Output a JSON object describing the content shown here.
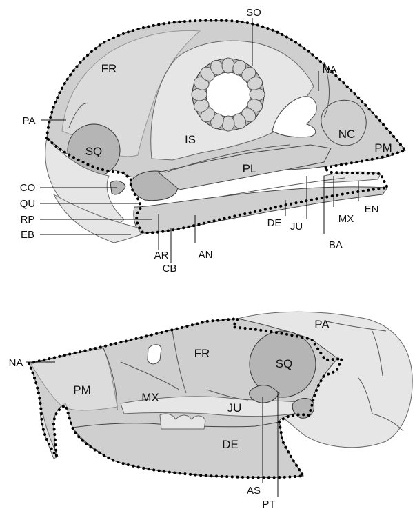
{
  "colors": {
    "bone": "#cfcfcf",
    "bone_light": "#e6e6e6",
    "bone_dark": "#b5b5b5",
    "outline_dots": "#000000"
  },
  "top_skull": {
    "inner_labels": {
      "FR": "FR",
      "IS": "IS",
      "SQ": "SQ",
      "PL": "PL",
      "NC": "NC",
      "PM": "PM"
    },
    "callouts": {
      "SO": "SO",
      "NA": "NA",
      "PA": "PA",
      "CO": "CO",
      "QU": "QU",
      "RP": "RP",
      "EB": "EB",
      "AR": "AR",
      "CB": "CB",
      "AN": "AN",
      "DE": "DE",
      "JU": "JU",
      "BA": "BA",
      "MX": "MX",
      "EN": "EN"
    }
  },
  "bottom_skull": {
    "inner_labels": {
      "PA": "PA",
      "FR": "FR",
      "SQ": "SQ",
      "PM": "PM",
      "MX": "MX",
      "JU": "JU",
      "DE": "DE"
    },
    "callouts": {
      "NA": "NA",
      "AS": "AS",
      "PT": "PT"
    }
  }
}
